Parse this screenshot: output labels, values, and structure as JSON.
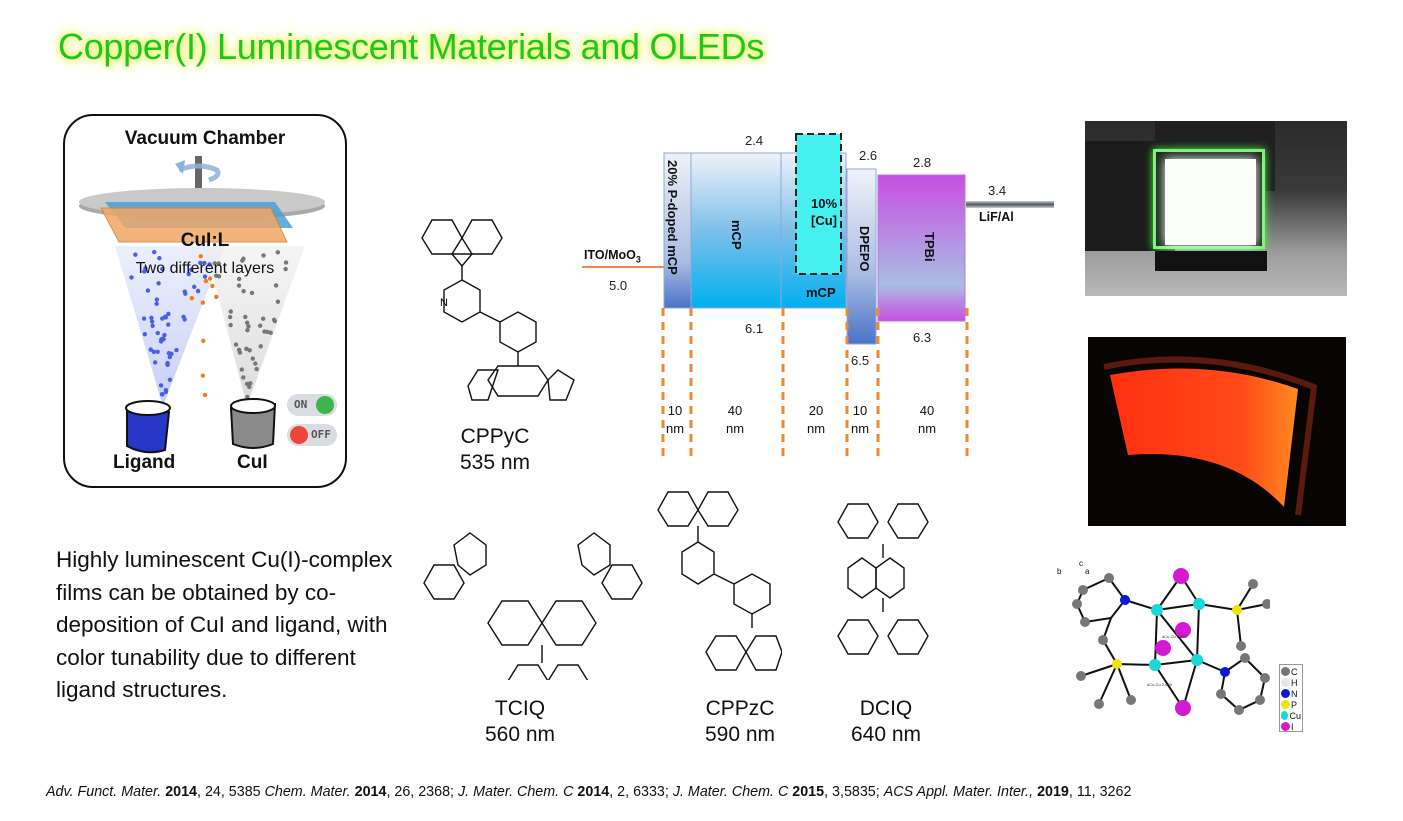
{
  "title": "Copper(I) Luminescent Materials and OLEDs",
  "chamber": {
    "title": "Vacuum Chamber",
    "substrate_label": "CuI:L",
    "layers_text": "Two different layers",
    "source_left": "Ligand",
    "source_right": "CuI",
    "toggle_on": "ON",
    "toggle_off": "OFF",
    "colors": {
      "ligand": "#4a5ee8",
      "cui": "#777777",
      "mixed": "#f07c1a",
      "on": "#3cb54a",
      "off": "#f0453a"
    }
  },
  "description": "Highly luminescent Cu(I)-complex films can be obtained by co-deposition of CuI and ligand, with color tunability due to different ligand structures.",
  "molecules": [
    {
      "name": "CPPyC",
      "wavelength": "535 nm"
    },
    {
      "name": "TCIQ",
      "wavelength": "560 nm"
    },
    {
      "name": "CPPzC",
      "wavelength": "590 nm"
    },
    {
      "name": "DCIQ",
      "wavelength": "640 nm"
    }
  ],
  "device": {
    "anode": {
      "label": "ITO/MoO",
      "sub": "3",
      "level": "5.0"
    },
    "cathode": {
      "label": "LiF/Al",
      "level": "3.4"
    },
    "layers": [
      {
        "label": "20% P-doped mCP",
        "lumo": "",
        "homo": "",
        "thickness": "10",
        "unit": "nm"
      },
      {
        "label": "mCP",
        "lumo": "2.4",
        "homo": "6.1",
        "thickness": "40",
        "unit": "nm"
      },
      {
        "label": "mCP",
        "dopant": "10%",
        "dopant2": "[Cu]",
        "lumo": "",
        "homo": "",
        "thickness": "20",
        "unit": "nm"
      },
      {
        "label": "DPEPO",
        "lumo": "2.6",
        "homo": "6.5",
        "thickness": "10",
        "unit": "nm"
      },
      {
        "label": "TPBi",
        "lumo": "2.8",
        "homo": "6.3",
        "thickness": "40",
        "unit": "nm"
      }
    ]
  },
  "crystal": {
    "axes": {
      "a": "a",
      "b": "b",
      "c": "c"
    },
    "bond_labels": [
      "dCu-Cu 2.839",
      "dCu-Cu 2.630"
    ],
    "legend": [
      {
        "el": "C",
        "color": "#777777"
      },
      {
        "el": "H",
        "color": "#e6e6e6"
      },
      {
        "el": "N",
        "color": "#0b1ad8"
      },
      {
        "el": "P",
        "color": "#f2e10c"
      },
      {
        "el": "Cu",
        "color": "#19d8d8"
      },
      {
        "el": "I",
        "color": "#d21ad2"
      }
    ]
  },
  "references": [
    {
      "journal": "Adv. Funct. Mater.",
      "year": "2014",
      "rest": ", 24, 5385 "
    },
    {
      "journal": "Chem. Mater.",
      "year": "2014",
      "rest": ", 26, 2368; "
    },
    {
      "journal": "J. Mater. Chem. C",
      "year": "2014",
      "rest": ", 2, 6333; "
    },
    {
      "journal": "J. Mater. Chem. C",
      "year": "2015",
      "rest": ", 3,5835; "
    },
    {
      "journal": "ACS Appl. Mater. Inter.,",
      "year": "2019",
      "rest": ", 11, 3262"
    }
  ]
}
